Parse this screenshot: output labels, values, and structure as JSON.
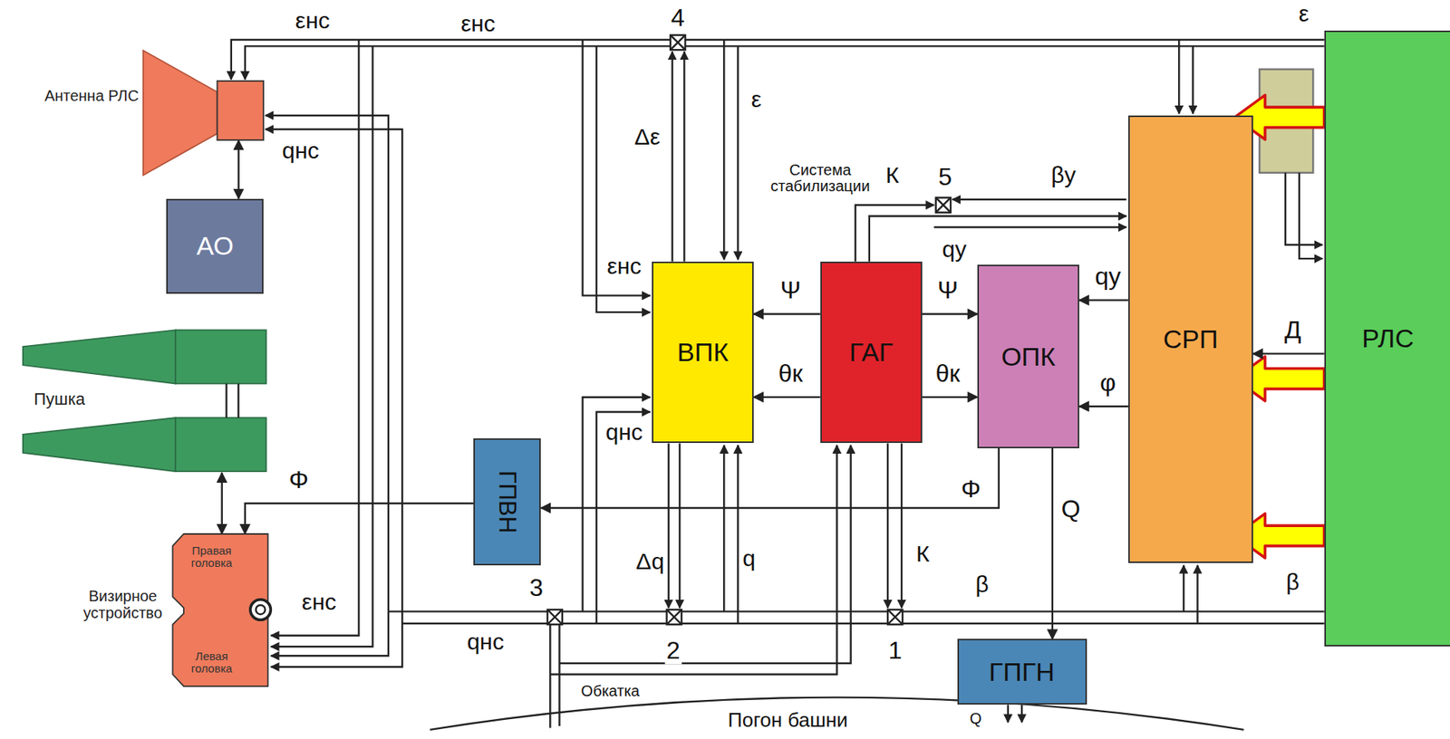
{
  "diagram": {
    "nodes": [
      {
        "text": [
          "Антенна РЛС"
        ]
      },
      {
        "text": [
          "АО"
        ]
      },
      {
        "text": [
          "Пушка"
        ]
      },
      {
        "text": [
          "Визирное устройство",
          "Правая головка",
          "Левая головка"
        ]
      },
      {
        "text": [
          "ГПВН"
        ]
      },
      {
        "text": [
          "ВПК"
        ]
      },
      {
        "text": [
          "ГАГ"
        ]
      },
      {
        "text": [
          "ОПК"
        ]
      },
      {
        "text": [
          "СРП"
        ]
      },
      {
        "text": [
          "РЛС"
        ]
      },
      {
        "text": [
          "ГПГН"
        ]
      }
    ],
    "edges": [
      {
        "from": 6,
        "to": 5,
        "label": "Ψ",
        "arrow": "to"
      },
      {
        "from": 6,
        "to": 5,
        "label": "θк",
        "arrow": "to"
      },
      {
        "from": 6,
        "to": 7,
        "label": "Ψ",
        "arrow": "to"
      },
      {
        "from": 6,
        "to": 7,
        "label": "θк",
        "arrow": "to"
      },
      {
        "from": 8,
        "to": 7,
        "label": "qу",
        "arrow": "to"
      },
      {
        "from": 8,
        "to": 7,
        "label": "φ",
        "arrow": "to"
      },
      {
        "from": 7,
        "to": 4,
        "label": "Φ",
        "arrow": "to"
      },
      {
        "from": 4,
        "to": 3,
        "label": "Φ",
        "arrow": "to"
      },
      {
        "from": 7,
        "to": 10,
        "label": "Q",
        "arrow": "to"
      },
      {
        "from": 9,
        "to": 8,
        "label": "Д",
        "arrow": "to"
      },
      {
        "from": 0,
        "to": 1,
        "arrow": "both"
      },
      {
        "from": 2,
        "to": 3,
        "arrow": "both"
      }
    ],
    "labels": [
      "εнс",
      "εнс",
      "ε",
      "4",
      "Δε",
      "ε",
      "Система стабилизации",
      "К",
      "5",
      "βу",
      "qу",
      "qнс",
      "εнс",
      "qнс",
      "Δq",
      "q",
      "К",
      "β",
      "β",
      "3",
      "2",
      "1",
      "qнс",
      "εнс",
      "Обкатка",
      "Погон башни",
      "Q"
    ]
  }
}
